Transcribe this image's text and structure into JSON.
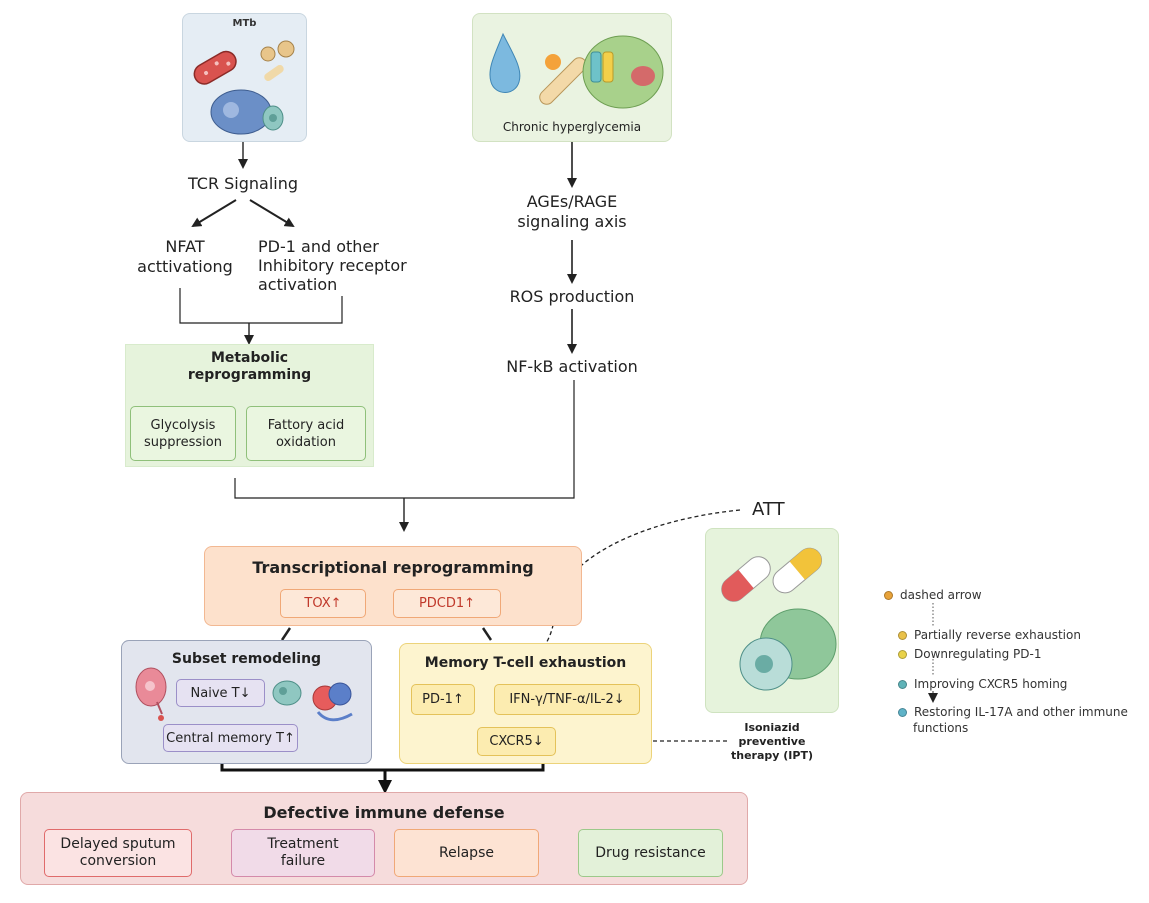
{
  "top_left_image": {
    "label": "MTb"
  },
  "top_right_image": {
    "label": "Chronic hyperglycemia"
  },
  "left_path": {
    "tcr": "TCR Signaling",
    "nfat_line1": "NFAT",
    "nfat_line2": "acttivationg",
    "pd1_line1": "PD-1 and other",
    "pd1_line2": "Inhibitory receptor",
    "pd1_line3": "activation"
  },
  "metabolic": {
    "title_line1": "Metabolic",
    "title_line2": "reprogramming",
    "glycolysis_line1": "Glycolysis",
    "glycolysis_line2": "suppression",
    "fatty_line1": "Fattory acid",
    "fatty_line2": "oxidation"
  },
  "right_path": {
    "ages_line1": "AGEs/RAGE",
    "ages_line2": "signaling axis",
    "ros": "ROS production",
    "nfkb": "NF-kB activation"
  },
  "att_label": "ATT",
  "transcriptional": {
    "title": "Transcriptional reprogramming",
    "tox": "TOX↑",
    "pdcd1": "PDCD1↑"
  },
  "subset": {
    "title": "Subset remodeling",
    "naive": "Naive T↓",
    "central": "Central memory T↑"
  },
  "memory": {
    "title": "Memory T-cell exhaustion",
    "pd1": "PD-1↑",
    "ifn": "IFN-γ/TNF-α/IL-2↓",
    "cxcr5": "CXCR5↓"
  },
  "ipt": {
    "line1": "Isoniazid",
    "line2": "preventive",
    "line3": "therapy (IPT)"
  },
  "legend": {
    "items": [
      {
        "text": "dashed arrow",
        "color": "#e8a33a"
      },
      {
        "text": "Partially reverse exhaustion",
        "color": "#e9c14a"
      },
      {
        "text": "Downregulating PD-1",
        "color": "#e9d24a"
      },
      {
        "text": "Improving CXCR5 homing",
        "color": "#5fb3b8"
      },
      {
        "text": "Restoring IL-17A and other immune",
        "color": "#5fb3c8"
      }
    ],
    "last_line2": "functions"
  },
  "defective": {
    "title": "Defective immune defense",
    "delayed_line1": "Delayed sputum",
    "delayed_line2": "conversion",
    "failure_line1": "Treatment",
    "failure_line2": "failure",
    "relapse": "Relapse",
    "resistance": "Drug resistance"
  },
  "colors": {
    "green_panel": "#e6f3dc",
    "orange_panel": "#fde1cc",
    "blue_panel": "#e2e5ee",
    "yellow_panel": "#fdf4cf",
    "pink_panel": "#f6dcdc",
    "red_text": "#c0392b"
  }
}
